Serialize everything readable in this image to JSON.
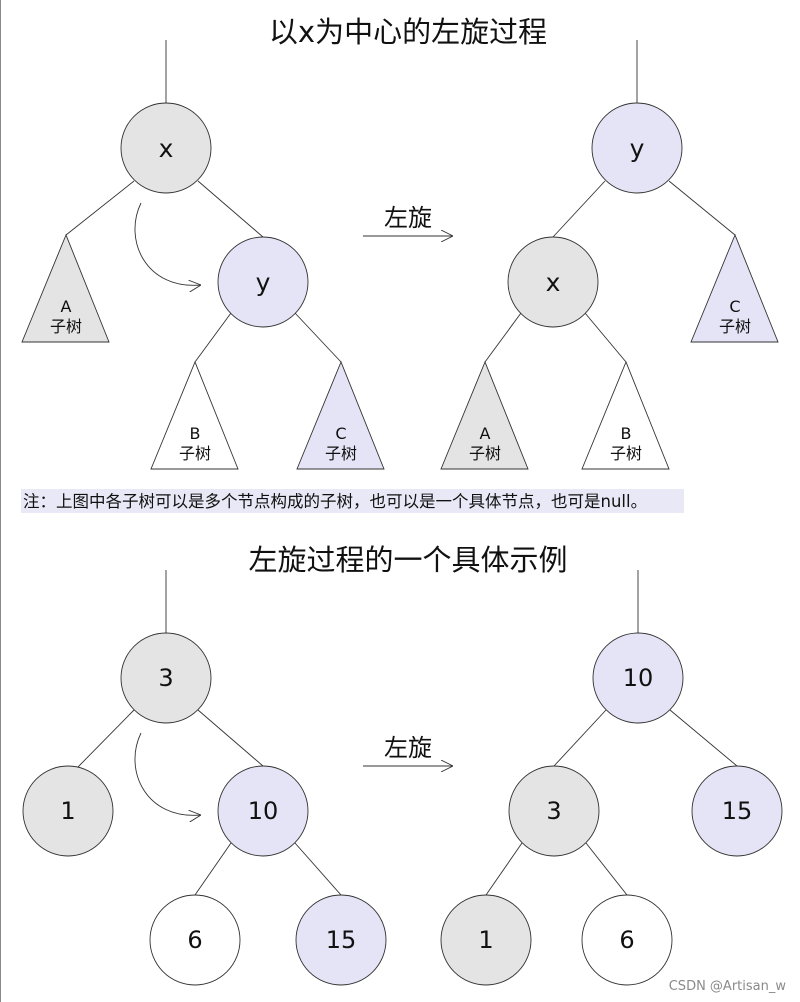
{
  "section1": {
    "title": "以x为中心的左旋过程",
    "arrow_label": "左旋",
    "before": {
      "x": "x",
      "y": "y",
      "subtree_a": [
        "A",
        "子树"
      ],
      "subtree_b": [
        "B",
        "子树"
      ],
      "subtree_c": [
        "C",
        "子树"
      ]
    },
    "after": {
      "y": "y",
      "x": "x",
      "subtree_a": [
        "A",
        "子树"
      ],
      "subtree_b": [
        "B",
        "子树"
      ],
      "subtree_c": [
        "C",
        "子树"
      ]
    }
  },
  "note": "注：上图中各子树可以是多个节点构成的子树，也可以是一个具体节点，也可是null。",
  "section2": {
    "title": "左旋过程的一个具体示例",
    "arrow_label": "左旋",
    "before": {
      "root": "3",
      "left": "1",
      "right": "10",
      "right_left": "6",
      "right_right": "15"
    },
    "after": {
      "root": "10",
      "left": "3",
      "right": "15",
      "left_left": "1",
      "left_right": "6"
    }
  },
  "watermark": "CSDN @Artisan_w",
  "colors": {
    "gray_fill": "#e4e4e4",
    "lavender_fill": "#e4e4f6",
    "white_fill": "#ffffff",
    "note_highlight": "#e8e8f6",
    "stroke": "#333333"
  }
}
